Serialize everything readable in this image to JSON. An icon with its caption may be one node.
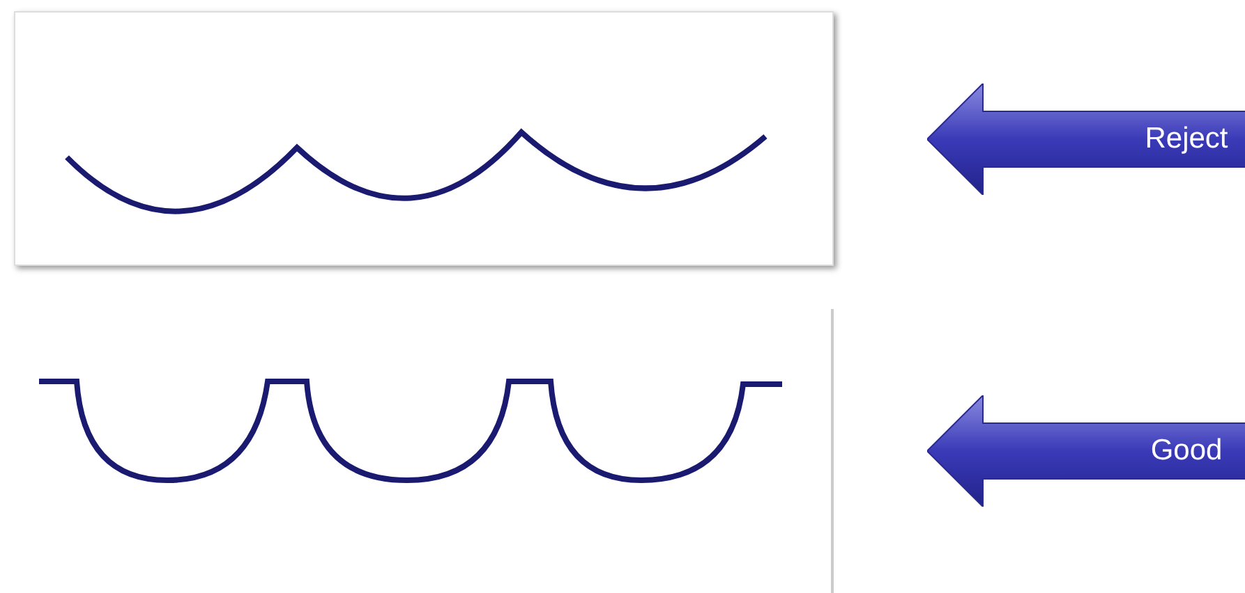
{
  "diagram": {
    "nodes": [
      {
        "text": [],
        "shape": "picture"
      },
      {
        "text": [
          "Reject"
        ]
      },
      {
        "text": [],
        "shape": "picture"
      },
      {
        "text": [
          "Good"
        ]
      }
    ]
  }
}
